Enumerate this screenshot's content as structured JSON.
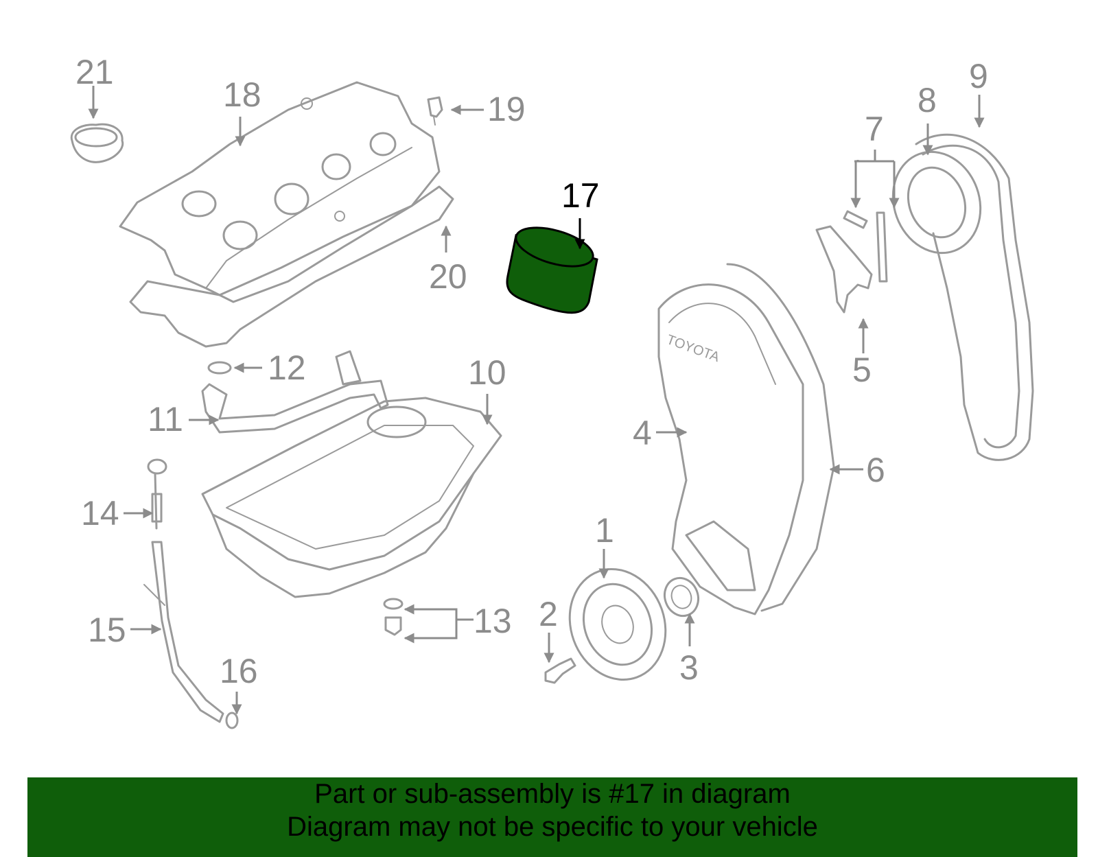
{
  "diagram": {
    "highlight_color": "#0f5e0a",
    "highlighted_part": "17",
    "callouts": {
      "c1": "1",
      "c2": "2",
      "c3": "3",
      "c4": "4",
      "c5": "5",
      "c6": "6",
      "c7": "7",
      "c8": "8",
      "c9": "9",
      "c10": "10",
      "c11": "11",
      "c12": "12",
      "c13": "13",
      "c14": "14",
      "c15": "15",
      "c16": "16",
      "c17": "17",
      "c18": "18",
      "c19": "19",
      "c20": "20",
      "c21": "21"
    }
  },
  "banner": {
    "line1": "Part or sub-assembly is #17 in diagram",
    "line2": "Diagram may not be specific to your vehicle"
  }
}
